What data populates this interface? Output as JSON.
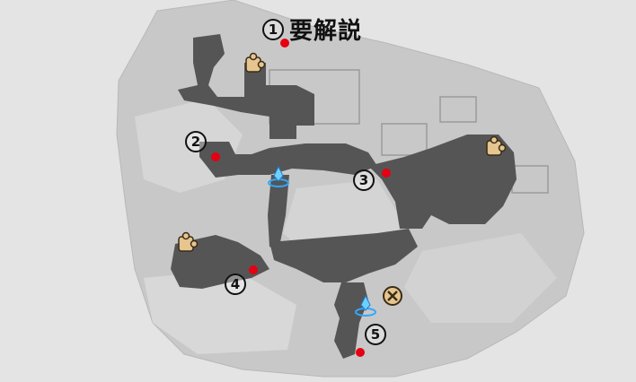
{
  "markers": [
    {
      "id": "1",
      "label": "①",
      "note": "要解説"
    },
    {
      "id": "2",
      "label": "②"
    },
    {
      "id": "3",
      "label": "③"
    },
    {
      "id": "4",
      "label": "④"
    },
    {
      "id": "5",
      "label": "⑤"
    }
  ],
  "icons": {
    "puzzle": "puzzle-piece-icon",
    "waypoint": "teleport-waypoint-icon",
    "boss": "boss-gear-icon"
  },
  "colors": {
    "marker_dot": "#e50012",
    "background": "#e4e4e4",
    "walkable": "#555555",
    "terrain": "#c9c9c9"
  }
}
